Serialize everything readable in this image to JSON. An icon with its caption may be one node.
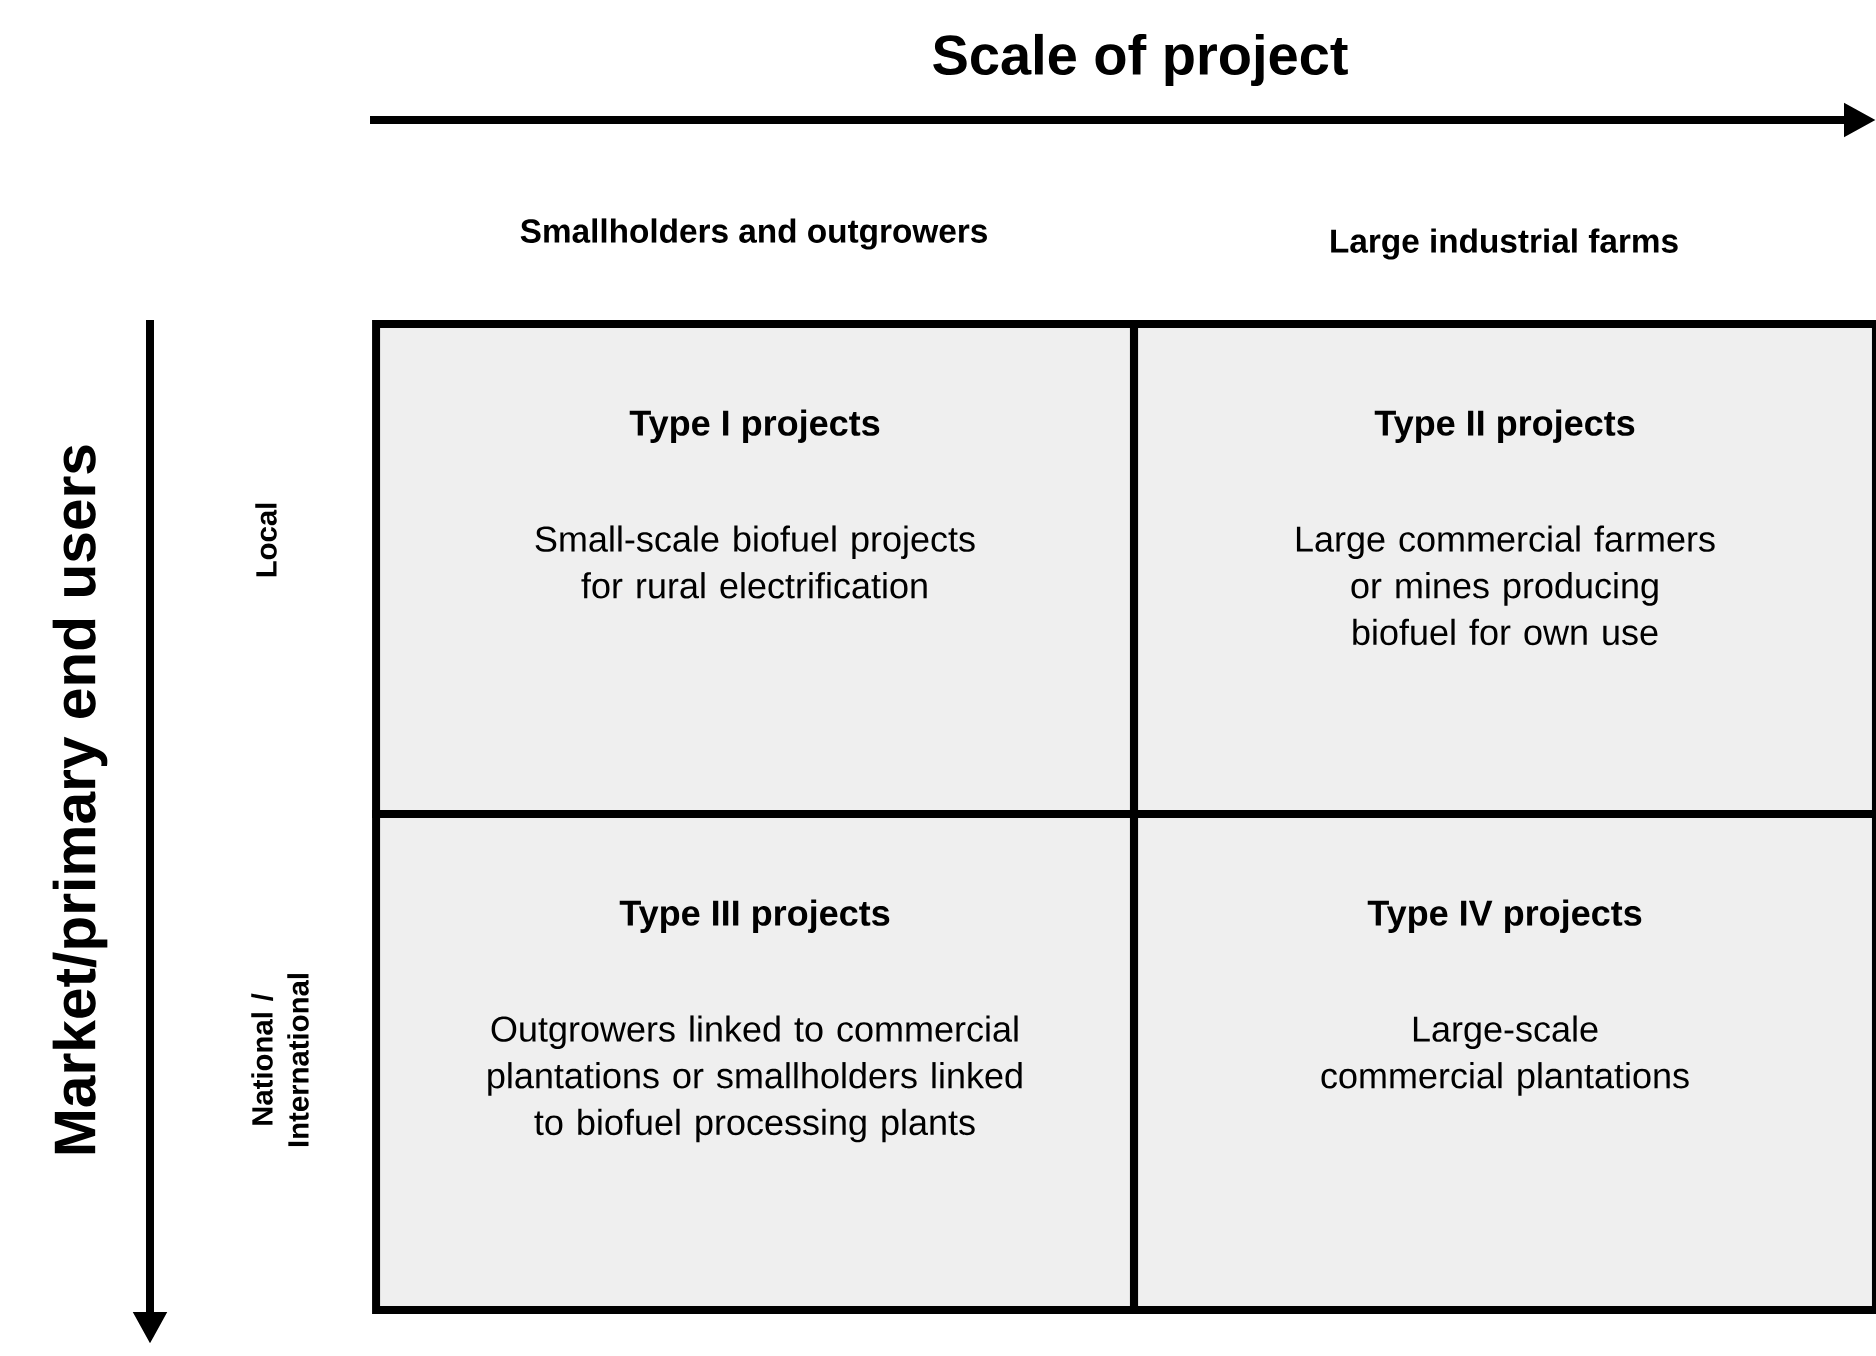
{
  "diagram": {
    "title": "Scale of project",
    "nodes": [
      {
        "text": [
          "Type I projects",
          "Small-scale biofuel projects for rural electrification"
        ]
      },
      {
        "text": [
          "Type II projects",
          "Large commercial farmers or mines producing biofuel for own use"
        ]
      },
      {
        "text": [
          "Type III projects",
          "Outgrowers linked to commercial plantations or smallholders linked to biofuel processing plants"
        ]
      },
      {
        "text": [
          "Type IV projects",
          "Large-scale commercial plantations"
        ]
      }
    ],
    "labels": [
      "Smallholders and outgrowers",
      "Large industrial farms",
      "Market/primary end users",
      "Local",
      "National / International"
    ]
  }
}
